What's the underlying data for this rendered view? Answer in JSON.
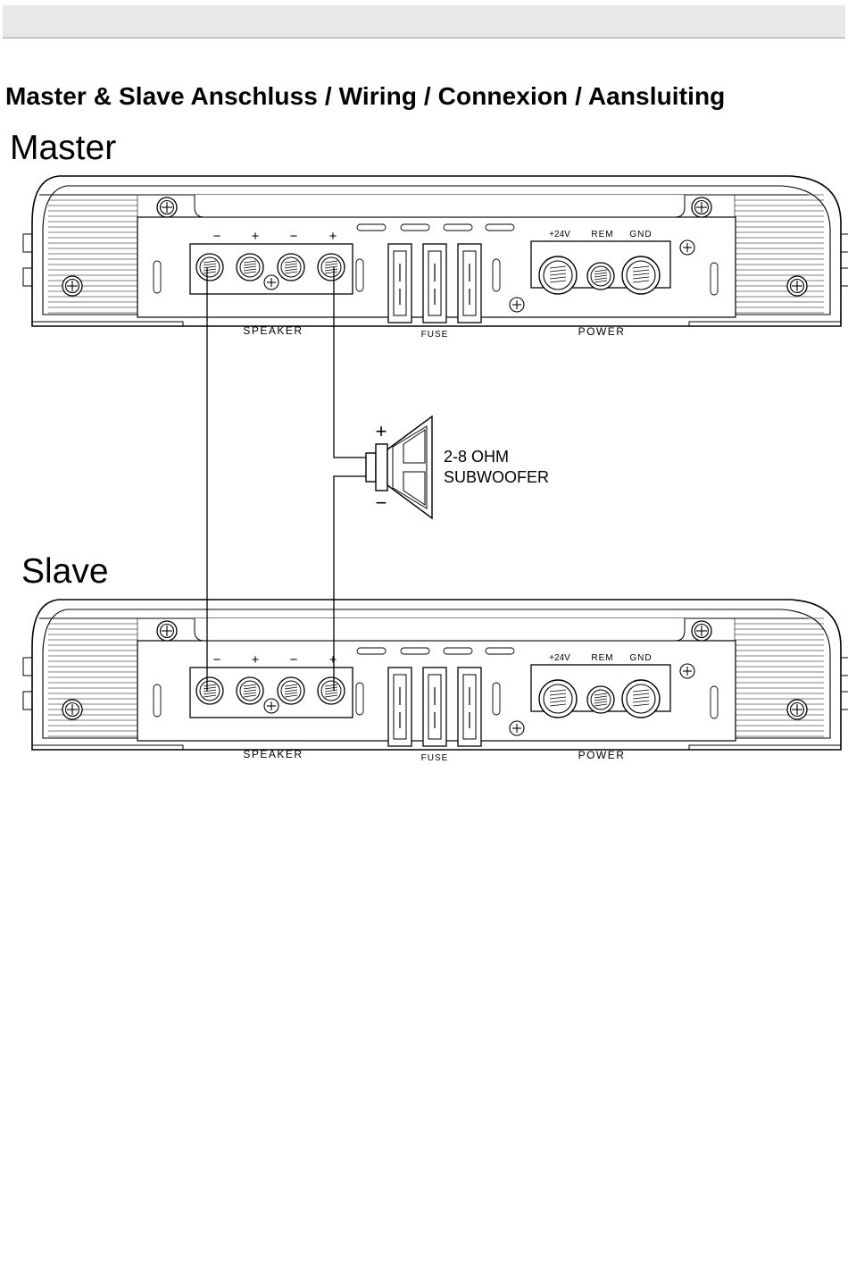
{
  "page_title": "Master & Slave Anschluss / Wiring / Connexion / Aansluiting",
  "master_label": "Master",
  "slave_label": "Slave",
  "amplifier": {
    "speaker_terminals": [
      "−",
      "+",
      "−",
      "+"
    ],
    "speaker_label": "SPEAKER",
    "fuse_label": "FUSE",
    "power_terminals": [
      "+24V",
      "REM",
      "GND"
    ],
    "power_label": "POWER"
  },
  "subwoofer": {
    "plus_label": "+",
    "minus_label": "−",
    "impedance_label": "2-8 OHM",
    "name_label": "SUBWOOFER"
  },
  "colors": {
    "line": "#000000",
    "header_bar": "#e8e8e8"
  }
}
